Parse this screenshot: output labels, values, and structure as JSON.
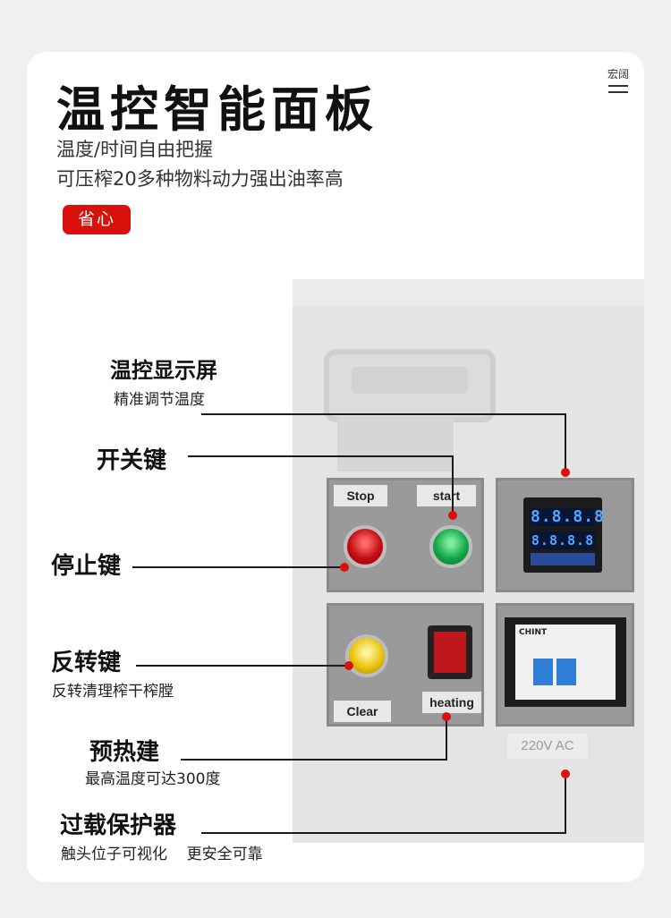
{
  "header": {
    "title": "温控智能面板",
    "subtitle_1": "温度/时间自由把握",
    "subtitle_2": "可压榨20多种物料动力强出油率高",
    "badge": "省心"
  },
  "logo": {
    "text": "宏阔"
  },
  "panel": {
    "stop_label": "Stop",
    "start_label": "start",
    "clear_label": "Clear",
    "heating_label": "heating",
    "display_top": "8.8.8.8",
    "display_bottom": "8.8.8.8",
    "voltage_label": "220V AC",
    "breaker_brand": "CHINT"
  },
  "callouts": [
    {
      "title": "温控显示屏",
      "desc": "精准调节温度"
    },
    {
      "title": "开关键",
      "desc": ""
    },
    {
      "title": "停止键",
      "desc": ""
    },
    {
      "title": "反转键",
      "desc": "反转清理榨干榨膛"
    },
    {
      "title": "预热建",
      "desc": "最高温度可达300度"
    },
    {
      "title": "过载保护器",
      "desc": "触头位子可视化    更安全可靠"
    }
  ],
  "colors": {
    "accent": "#d8110d",
    "text": "#111111"
  }
}
